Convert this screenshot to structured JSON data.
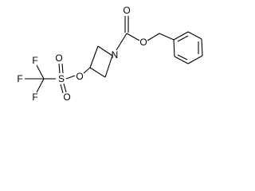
{
  "molecule": {
    "atoms": {
      "carbonyl_oxygen": "O",
      "ester_oxygen": "O",
      "ring_nitrogen": "N",
      "triflate_oxygen": "O",
      "sulfur": "S",
      "sulfonyl_oxygen_top": "O",
      "sulfonyl_oxygen_bottom": "O",
      "fluorine_top": "F",
      "fluorine_left": "F",
      "fluorine_bottom": "F"
    }
  },
  "colors": {
    "background": "#ffffff",
    "bond": "#000000",
    "label": "#000000"
  }
}
